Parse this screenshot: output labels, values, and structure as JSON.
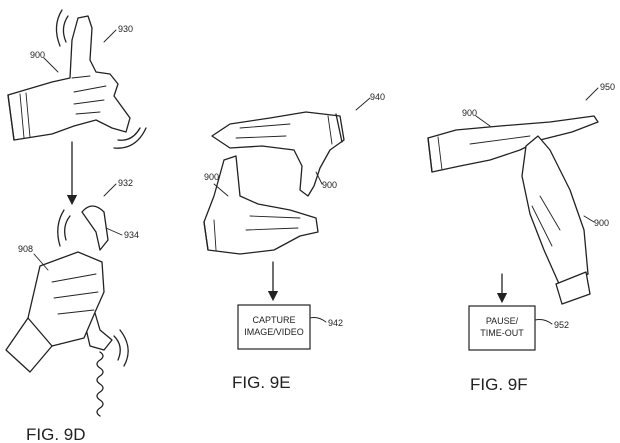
{
  "figures": {
    "fig_9d": {
      "caption": "FIG. 9D",
      "ref_hand_top": "900",
      "ref_gesture": "930",
      "ref_phone_gesture": "932",
      "ref_phone": "934",
      "ref_hand_bottom": "908"
    },
    "fig_9e": {
      "caption": "FIG. 9E",
      "ref_gesture": "940",
      "ref_hand_left": "900",
      "ref_hand_right": "900",
      "box_line1": "CAPTURE",
      "box_line2": "IMAGE/VIDEO",
      "ref_box": "942"
    },
    "fig_9f": {
      "caption": "FIG. 9F",
      "ref_gesture": "950",
      "ref_hand_top": "900",
      "ref_hand_right": "900",
      "box_line1": "PAUSE/",
      "box_line2": "TIME-OUT",
      "ref_box": "952"
    }
  }
}
